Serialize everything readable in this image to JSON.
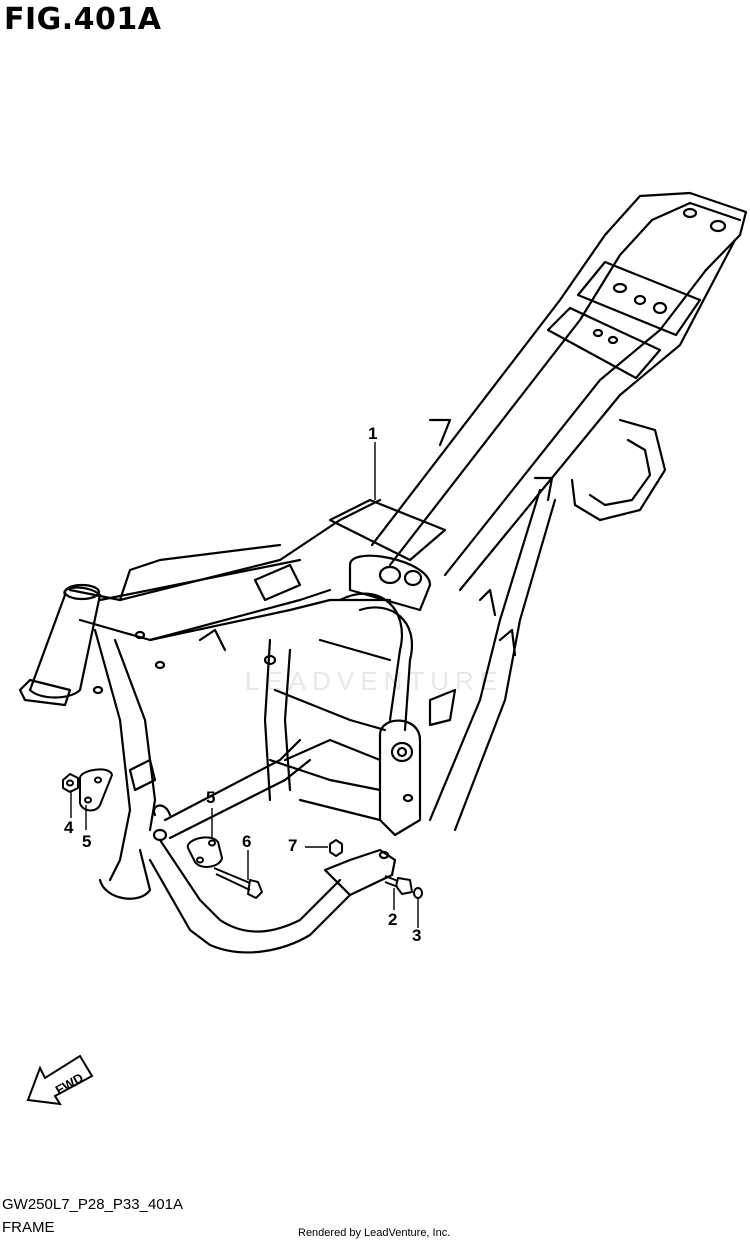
{
  "figure": {
    "title": "FIG.401A",
    "code": "GW250L7_P28_P33_401A",
    "name": "FRAME"
  },
  "callouts": {
    "c1": "1",
    "c2": "2",
    "c3": "3",
    "c4": "4",
    "c5a": "5",
    "c5b": "5",
    "c6": "6",
    "c7": "7"
  },
  "fwd_label": "FWD",
  "footer": "Rendered by LeadVenture, Inc.",
  "watermark": "LEADVENTURE"
}
